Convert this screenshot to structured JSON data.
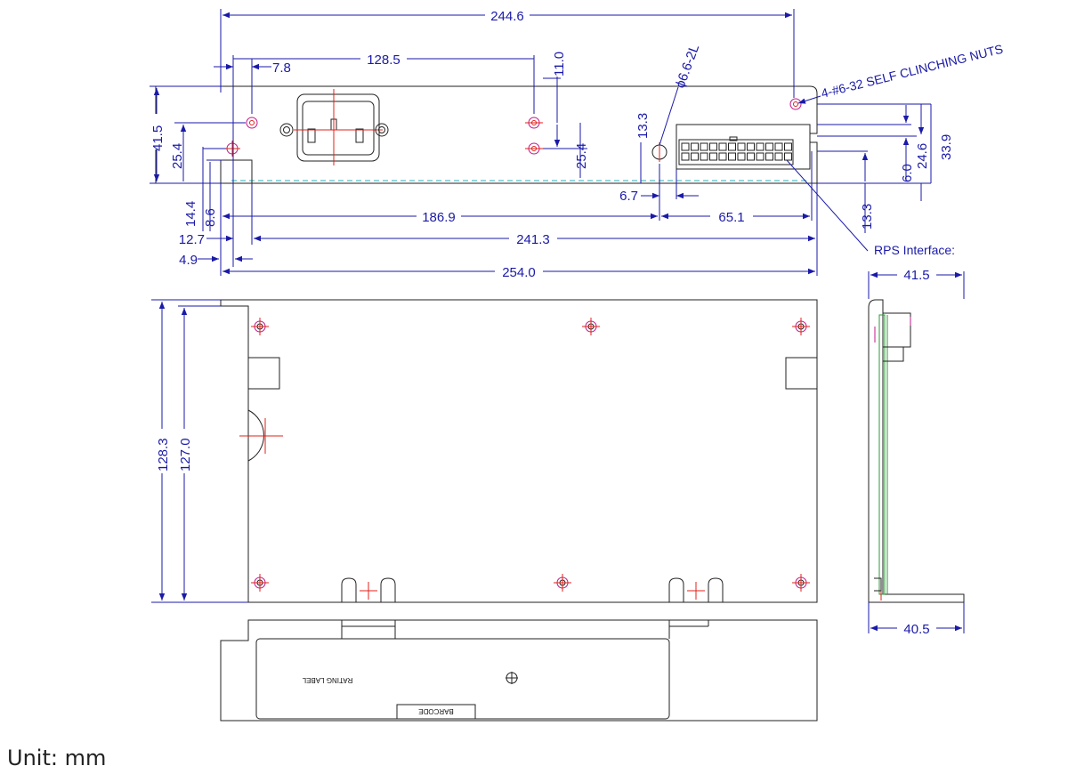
{
  "drawing": {
    "overall_width_top": "244.6",
    "inlet_offset": "7.8",
    "inlet_span": "128.5",
    "dim_11_0": "11.0",
    "hole_spec": "ϕ6.6-2L",
    "nut_callout": "4-#6-32 SELF CLINCHING NUTS",
    "left_height": "41.5",
    "left_25_4": "25.4",
    "dim_13_3_upper": "13.3",
    "right_25_4": "25.4",
    "dim_24_6": "24.6",
    "dim_33_9": "33.9",
    "dim_6_0": "6.0",
    "dim_14_4": "14.4",
    "dim_8_6": "8.6",
    "dim_6_7": "6.7",
    "dim_186_9": "186.9",
    "dim_65_1": "65.1",
    "dim_13_3_lower": "13.3",
    "dim_12_7": "12.7",
    "dim_241_3": "241.3",
    "dim_4_9": "4.9",
    "dim_254_0": "254.0",
    "rps_interface": "RPS  Interface:",
    "side_width_top": "41.5",
    "side_width_bottom": "40.5",
    "plan_height_outer": "128.3",
    "plan_height_inner": "127.0",
    "rating_label": "RATING LABEL",
    "barcode": "BARCODE",
    "unit": "Unit: mm"
  },
  "colors": {
    "dimension": "#1a1aa8",
    "outline": "#222222",
    "hole_marker": "#c01a8a",
    "centerline": "#e0201a",
    "pcb": "#2e9a3a",
    "hidden_line": "#26b0b8"
  }
}
